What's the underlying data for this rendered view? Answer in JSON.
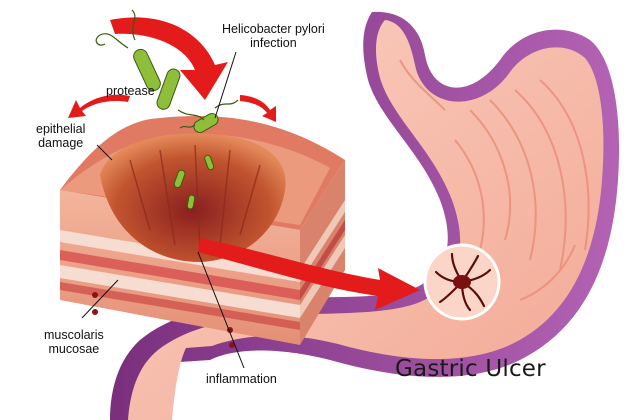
{
  "title": "Gastric Ulcer",
  "labels": {
    "pylori": "Helicobacter pylori\ninfection",
    "protease": "protease",
    "epithelial": "epithelial\ndamage",
    "muscularis": "muscolaris\nmucosae",
    "inflammation": "inflammation"
  },
  "colors": {
    "stomach_outer": "#9a4a9c",
    "stomach_inner": "#f6b7a6",
    "arrow": "#e31b1b",
    "bacteria": "#8fbf3a",
    "tissue": "#e9a58a"
  },
  "icons": [
    "bacteria-icon",
    "red-arrow-icon",
    "ulcer-lesion-icon"
  ]
}
